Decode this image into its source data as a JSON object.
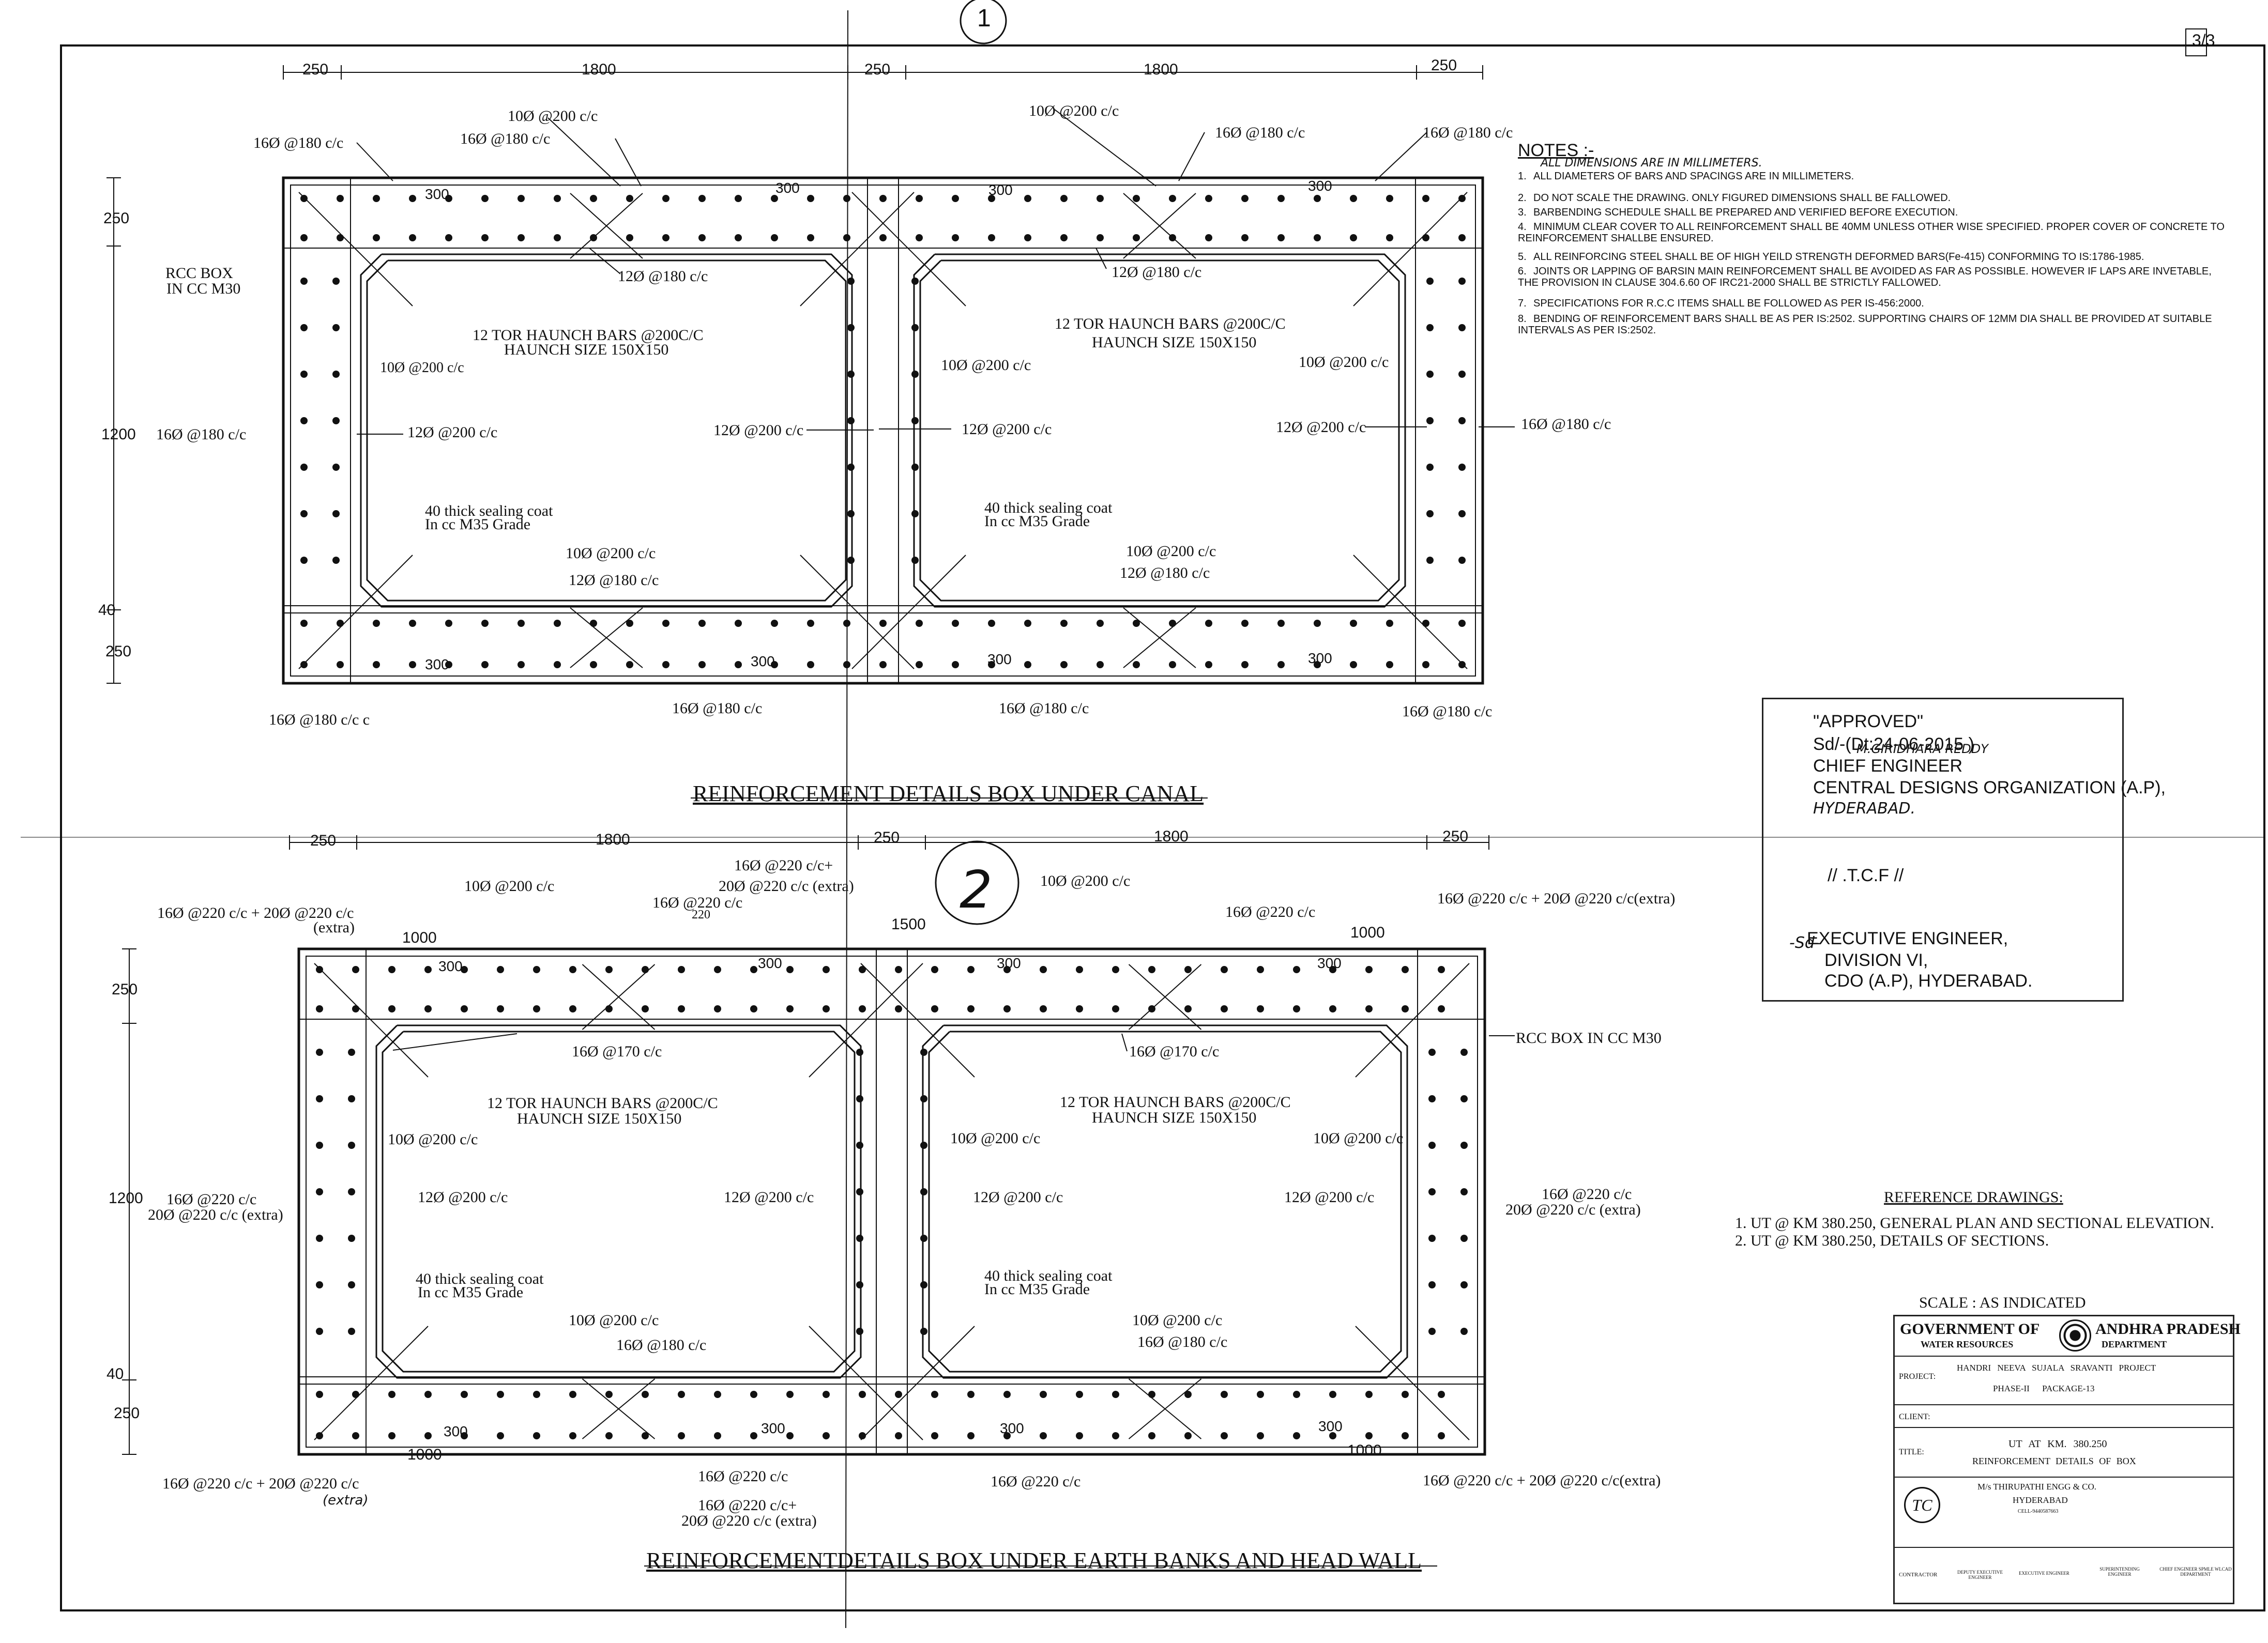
{
  "sheet": {
    "sheet_number": "3/3",
    "circled_1": "1",
    "circled_2": "2"
  },
  "box_canal": {
    "title": "REINFORCEMENT DETAILS BOX UNDER CANAL",
    "dims_top": [
      "250",
      "1800",
      "250",
      "1800",
      "250"
    ],
    "dims_left": [
      "250",
      "1200",
      "40",
      "250"
    ],
    "labels": {
      "l1": "16Ø @180 c/c",
      "l2": "10Ø @200 c/c",
      "l3": "16Ø @180 c/c",
      "l4": "10Ø @200 c/c",
      "l5": "16Ø @180 c/c",
      "l6": "16Ø @180 c/c",
      "rcc_box": "RCC BOX",
      "rcc_box2": "IN CC M30",
      "l7": "12Ø @180 c/c",
      "l8": "12Ø @180 c/c",
      "haunch1a": "12 TOR HAUNCH BARS @200C/C",
      "haunch1b": "HAUNCH SIZE 150X150",
      "haunch2a": "12 TOR HAUNCH BARS @200C/C",
      "haunch2b": "HAUNCH SIZE 150X150",
      "l9": "10Ø @200 c/c",
      "l10": "10Ø @200 c/c",
      "l11": "10Ø @200 c/c",
      "l12": "16Ø @180 c/c",
      "l13": "12Ø @200 c/c",
      "l14": "12Ø @200 c/c",
      "l15": "12Ø @200 c/c",
      "l16": "12Ø @200 c/c",
      "l17": "16Ø @180 c/c",
      "seal1a": "40 thick sealing coat",
      "seal1b": "In cc M35 Grade",
      "seal2a": "40 thick sealing coat",
      "seal2b": "In cc M35 Grade",
      "l18": "10Ø @200 c/c",
      "l19": "12Ø @180 c/c",
      "l20": "10Ø @200 c/c",
      "l21": "12Ø @180 c/c",
      "l22": "16Ø @180 c/c c",
      "l23": "16Ø @180 c/c",
      "l24": "16Ø @180 c/c",
      "l25": "16Ø @180 c/c",
      "s300": "300"
    }
  },
  "box_earth": {
    "title": "REINFORCEMENTDETAILS BOX UNDER EARTH BANKS AND HEAD WALL",
    "dims_top": [
      "250",
      "1800",
      "250",
      "1800",
      "250"
    ],
    "dims_left": [
      "250",
      "1200",
      "40",
      "250"
    ],
    "dims_inner": [
      "1000",
      "1500",
      "1000",
      "1000",
      "1000"
    ],
    "labels": {
      "e1": "10Ø @200 c/c",
      "e2a": "16Ø @220 c/c+",
      "e2b": "20Ø @220 c/c (extra)",
      "e3": "10Ø @200 c/c",
      "e4": "16Ø @220 c/c + 20Ø @220 c/c",
      "e4b": "(extra)",
      "e5": "16Ø @220 c/c",
      "e5b": "220",
      "e6": "16Ø @220 c/c",
      "e7": "16Ø @220 c/c + 20Ø @220 c/c(extra)",
      "e8": "16Ø @170 c/c",
      "e9": "16Ø @170 c/c",
      "rcc": "RCC BOX IN CC M30",
      "haunch1a": "12 TOR HAUNCH BARS @200C/C",
      "haunch1b": "HAUNCH SIZE 150X150",
      "haunch2a": "12 TOR HAUNCH BARS @200C/C",
      "haunch2b": "HAUNCH SIZE 150X150",
      "e10": "10Ø @200 c/c",
      "e11": "10Ø @200 c/c",
      "e12": "10Ø @200 c/c",
      "e13a": "16Ø @220 c/c",
      "e13b": "20Ø @220 c/c (extra)",
      "e14": "12Ø @200 c/c",
      "e15": "12Ø @200 c/c",
      "e16": "12Ø @200 c/c",
      "e17": "12Ø @200 c/c",
      "e18a": "16Ø @220 c/c",
      "e18b": "20Ø @220 c/c (extra)",
      "seal1a": "40 thick sealing coat",
      "seal1b": "In cc M35 Grade",
      "seal2a": "40 thick sealing coat",
      "seal2b": "In cc M35 Grade",
      "e19": "10Ø @200 c/c",
      "e20": "16Ø @180 c/c",
      "e21": "10Ø @200 c/c",
      "e22": "16Ø @180 c/c",
      "e23": "16Ø @220 c/c + 20Ø @220 c/c",
      "e23b": "(extra)",
      "e24": "16Ø @220 c/c",
      "e25a": "16Ø @220 c/c+",
      "e25b": "20Ø @220 c/c (extra)",
      "e26": "16Ø @220 c/c",
      "e27": "16Ø @220 c/c + 20Ø @220 c/c(extra)",
      "s300": "300"
    }
  },
  "notes": {
    "title": "NOTES :-",
    "items": [
      "ALL DIMENSIONS ARE IN MILLIMETERS.",
      "ALL DIAMETERS OF BARS AND SPACINGS ARE IN MILLIMETERS.",
      "DO NOT SCALE THE DRAWING. ONLY FIGURED DIMENSIONS SHALL BE FALLOWED.",
      "BARBENDING SCHEDULE SHALL BE PREPARED AND VERIFIED BEFORE EXECUTION.",
      "MINIMUM CLEAR COVER TO ALL REINFORCEMENT SHALL BE 40MM UNLESS OTHER WISE SPECIFIED. PROPER COVER OF CONCRETE TO REINFORCEMENT SHALLBE ENSURED.",
      "ALL REINFORCING STEEL SHALL BE OF HIGH YEILD STRENGTH DEFORMED BARS(Fe-415) CONFORMING TO IS:1786-1985.",
      "JOINTS OR LAPPING OF BARSIN MAIN REINFORCEMENT SHALL BE AVOIDED AS FAR AS POSSIBLE. HOWEVER IF LAPS ARE INVETABLE, THE PROVISION IN CLAUSE 304.6.60 OF IRC21-2000 SHALL BE STRICTLY FALLOWED.",
      "SPECIFICATIONS FOR R.C.C ITEMS SHALL BE FOLLOWED AS PER IS-456:2000.",
      "BENDING OF REINFORCEMENT BARS SHALL BE AS PER IS:2502. SUPPORTING CHAIRS OF 12MM DIA SHALL BE PROVIDED AT SUITABLE INTERVALS AS PER IS:2502."
    ],
    "numbers": [
      "1.",
      "2.",
      "3.",
      "4.",
      "5.",
      "6.",
      "7.",
      "8."
    ]
  },
  "approval": {
    "approved": "\"APPROVED\"",
    "sd": "Sd/-(Dt:24-06-2015 )",
    "name": "M.GIRIDHARA REDDY",
    "ce": "CHIEF ENGINEER",
    "cdo": "CENTRAL DESIGNS ORGANIZATION (A.P),",
    "hyd": "HYDERABAD.",
    "tcf": "// .T.C.F //",
    "sd2": "-Sd-",
    "ee": "EXECUTIVE ENGINEER,",
    "div": "DIVISION VI,",
    "cdo2": "CDO (A.P), HYDERABAD."
  },
  "reference": {
    "title": "REFERENCE DRAWINGS:",
    "items": [
      "1. UT @ KM 380.250, GENERAL PLAN AND SECTIONAL ELEVATION.",
      "2. UT @ KM 380.250, DETAILS OF SECTIONS."
    ]
  },
  "title_block": {
    "scale": "SCALE : AS INDICATED",
    "gov": "GOVERNMENT OF",
    "ap": "ANDHRA PRADESH",
    "wr": "WATER RESOURCES",
    "dept": "DEPARTMENT",
    "project_label": "PROJECT:",
    "project1": "HANDRI NEEVA SUJALA SRAVANTI PROJECT",
    "project2": "PHASE-II PACKAGE-13",
    "client_label": "CLIENT:",
    "title_label": "TITLE:",
    "title1": "UT AT KM. 380.250",
    "title2": "REINFORCEMENT DETAILS OF BOX",
    "firm": "M/s THIRUPATHI ENGG & CO.",
    "firm_city": "HYDERABAD",
    "cell": "CELL-9440587663",
    "logo": "TC",
    "contractor": "CONTRACTOR",
    "dee": "DEPUTY EXECUTIVE ENGINEER",
    "exe": "EXECUTIVE ENGINEER",
    "se": "SUPERINTENDING ENGINEER",
    "cee": "CHIEF ENGINEER SPMLE WLCAD DEPARTMENT"
  }
}
